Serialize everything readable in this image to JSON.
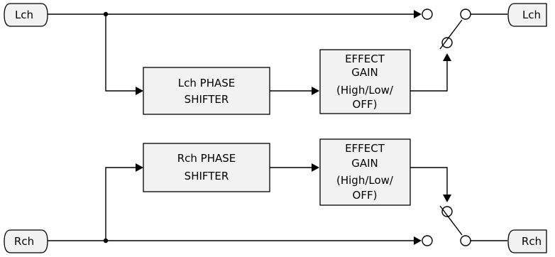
{
  "ports": {
    "lch_in": "Lch",
    "lch_out": "Lch",
    "rch_in": "Rch",
    "rch_out": "Rch"
  },
  "blocks": {
    "lch_shifter": [
      "Lch PHASE",
      "SHIFTER"
    ],
    "lch_gain": [
      "EFFECT",
      "GAIN",
      "(High/Low/",
      "OFF)"
    ],
    "rch_shifter": [
      "Rch PHASE",
      "SHIFTER"
    ],
    "rch_gain": [
      "EFFECT",
      "GAIN",
      "(High/Low/",
      "OFF)"
    ]
  }
}
